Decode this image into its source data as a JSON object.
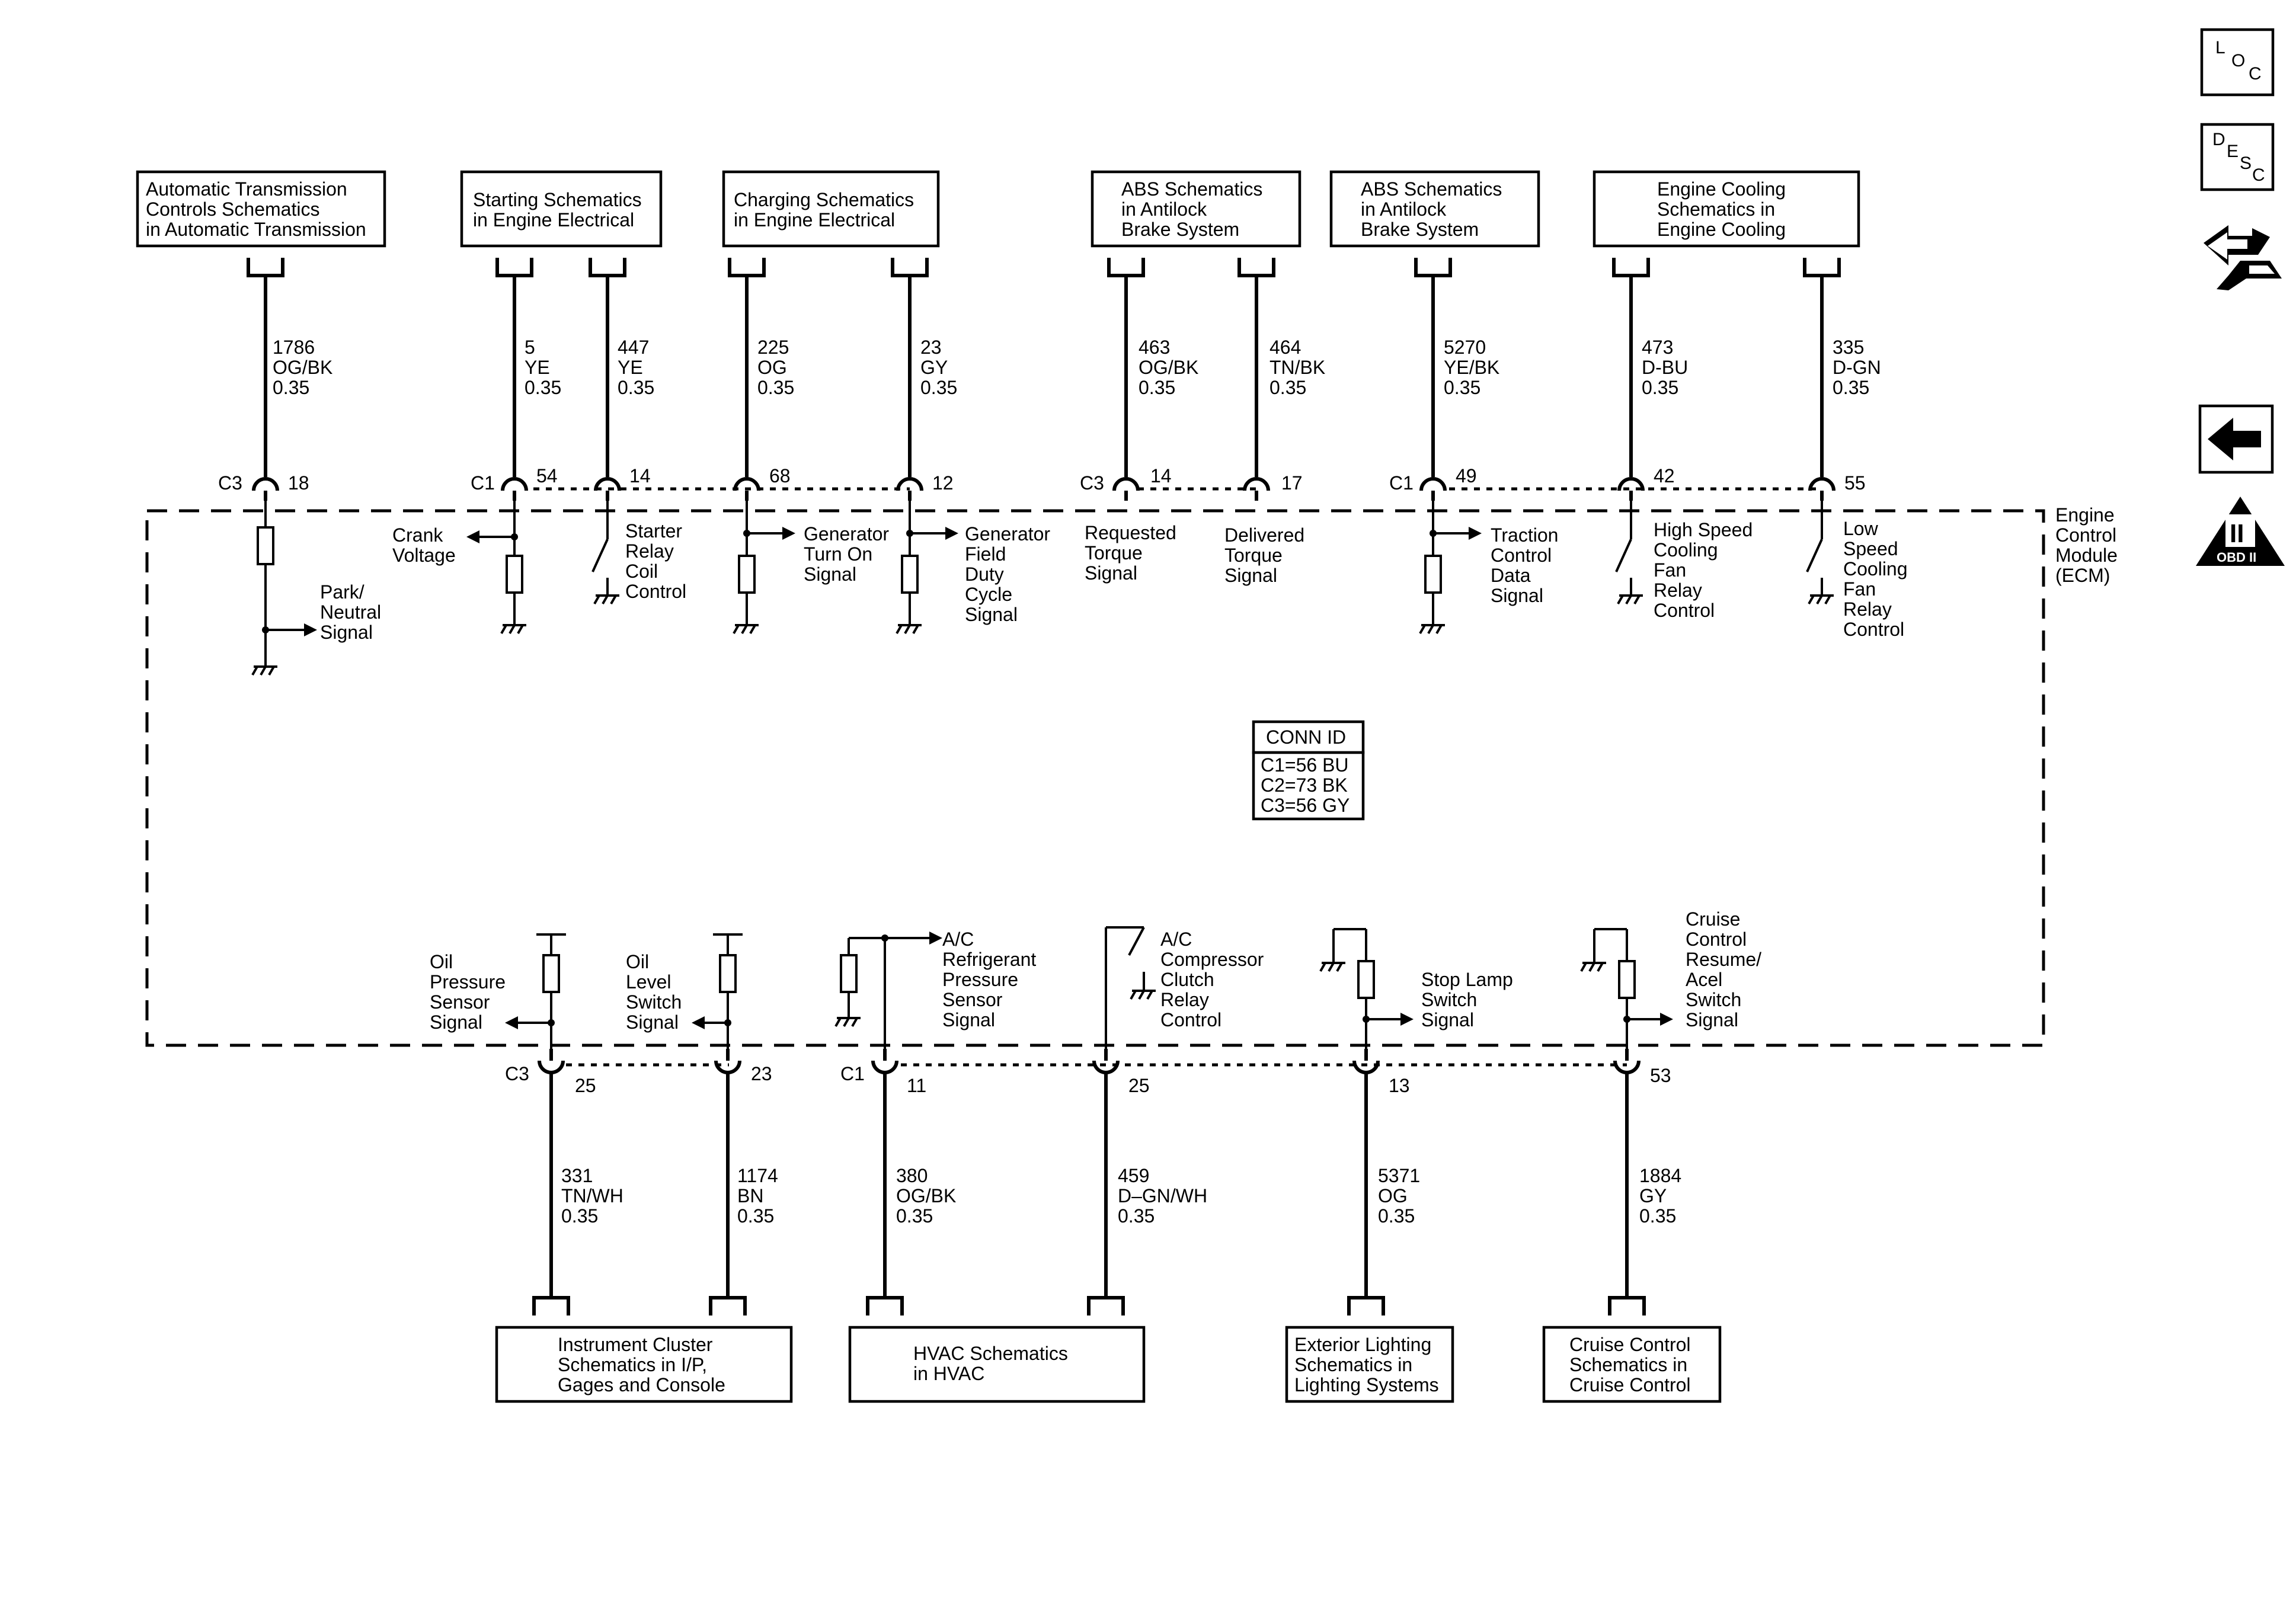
{
  "top_boxes": [
    {
      "id": "atc",
      "lines": [
        "Automatic Transmission",
        "Controls Schematics",
        "in Automatic Transmission"
      ]
    },
    {
      "id": "start",
      "lines": [
        "Starting Schematics",
        "in Engine Electrical"
      ]
    },
    {
      "id": "charge",
      "lines": [
        "Charging Schematics",
        "in Engine Electrical"
      ]
    },
    {
      "id": "abs1",
      "lines": [
        "ABS Schematics",
        "in Antilock",
        "Brake System"
      ]
    },
    {
      "id": "abs2",
      "lines": [
        "ABS Schematics",
        "in Antilock",
        "Brake System"
      ]
    },
    {
      "id": "cool",
      "lines": [
        "Engine Cooling",
        "Schematics in",
        "Engine Cooling"
      ]
    }
  ],
  "bottom_boxes": [
    {
      "id": "ipc",
      "lines": [
        "Instrument Cluster",
        "Schematics in I/P,",
        "Gages and Console"
      ]
    },
    {
      "id": "hvac",
      "lines": [
        "HVAC Schematics",
        "in HVAC"
      ]
    },
    {
      "id": "ext",
      "lines": [
        "Exterior Lighting",
        "Schematics in",
        "Lighting Systems"
      ]
    },
    {
      "id": "cruise",
      "lines": [
        "Cruise Control",
        "Schematics in",
        "Cruise Control"
      ]
    }
  ],
  "top_wires": [
    {
      "id": "w1786",
      "circuit": "1786",
      "color": "OG/BK",
      "gauge": "0.35",
      "connector": "C3",
      "pin": "18"
    },
    {
      "id": "w5",
      "circuit": "5",
      "color": "YE",
      "gauge": "0.35",
      "connector": "C1",
      "pin": "54"
    },
    {
      "id": "w447",
      "circuit": "447",
      "color": "YE",
      "gauge": "0.35",
      "connector": "",
      "pin": "14"
    },
    {
      "id": "w225",
      "circuit": "225",
      "color": "OG",
      "gauge": "0.35",
      "connector": "",
      "pin": "68"
    },
    {
      "id": "w23",
      "circuit": "23",
      "color": "GY",
      "gauge": "0.35",
      "connector": "",
      "pin": "12"
    },
    {
      "id": "w463",
      "circuit": "463",
      "color": "OG/BK",
      "gauge": "0.35",
      "connector": "C3",
      "pin": "14"
    },
    {
      "id": "w464",
      "circuit": "464",
      "color": "TN/BK",
      "gauge": "0.35",
      "connector": "",
      "pin": "17"
    },
    {
      "id": "w5270",
      "circuit": "5270",
      "color": "YE/BK",
      "gauge": "0.35",
      "connector": "C1",
      "pin": "49"
    },
    {
      "id": "w473",
      "circuit": "473",
      "color": "D-BU",
      "gauge": "0.35",
      "connector": "",
      "pin": "42"
    },
    {
      "id": "w335",
      "circuit": "335",
      "color": "D-GN",
      "gauge": "0.35",
      "connector": "",
      "pin": "55"
    }
  ],
  "bottom_wires": [
    {
      "id": "w331",
      "circuit": "331",
      "color": "TN/WH",
      "gauge": "0.35",
      "connector": "C3",
      "pin": "25"
    },
    {
      "id": "w1174",
      "circuit": "1174",
      "color": "BN",
      "gauge": "0.35",
      "connector": "",
      "pin": "23"
    },
    {
      "id": "w380",
      "circuit": "380",
      "color": "OG/BK",
      "gauge": "0.35",
      "connector": "C1",
      "pin": "11"
    },
    {
      "id": "w459",
      "circuit": "459",
      "color": "D–GN/WH",
      "gauge": "0.35",
      "connector": "",
      "pin": "25"
    },
    {
      "id": "w5371",
      "circuit": "5371",
      "color": "OG",
      "gauge": "0.35",
      "connector": "",
      "pin": "13"
    },
    {
      "id": "w1884",
      "circuit": "1884",
      "color": "GY",
      "gauge": "0.35",
      "connector": "",
      "pin": "53"
    }
  ],
  "signals": {
    "park_neutral": [
      "Park/",
      "Neutral",
      "Signal"
    ],
    "crank_voltage": [
      "Crank",
      "Voltage"
    ],
    "starter_relay": [
      "Starter",
      "Relay",
      "Coil",
      "Control"
    ],
    "gen_turn_on": [
      "Generator",
      "Turn On",
      "Signal"
    ],
    "gen_field": [
      "Generator",
      "Field",
      "Duty",
      "Cycle",
      "Signal"
    ],
    "req_torque": [
      "Requested",
      "Torque",
      "Signal"
    ],
    "del_torque": [
      "Delivered",
      "Torque",
      "Signal"
    ],
    "traction": [
      "Traction",
      "Control",
      "Data",
      "Signal"
    ],
    "high_fan": [
      "High Speed",
      "Cooling",
      "Fan",
      "Relay",
      "Control"
    ],
    "low_fan": [
      "Low",
      "Speed",
      "Cooling",
      "Fan",
      "Relay",
      "Control"
    ],
    "oil_pressure": [
      "Oil",
      "Pressure",
      "Sensor",
      "Signal"
    ],
    "oil_level": [
      "Oil",
      "Level",
      "Switch",
      "Signal"
    ],
    "ac_pressure": [
      "A/C",
      "Refrigerant",
      "Pressure",
      "Sensor",
      "Signal"
    ],
    "ac_clutch": [
      "A/C",
      "Compressor",
      "Clutch",
      "Relay",
      "Control"
    ],
    "stop_lamp": [
      "Stop Lamp",
      "Switch",
      "Signal"
    ],
    "cruise_switch": [
      "Cruise",
      "Control",
      "Resume/",
      "Acel",
      "Switch",
      "Signal"
    ]
  },
  "module_label": [
    "Engine",
    "Control",
    "Module",
    "(ECM)"
  ],
  "conn_id": {
    "title": "CONN ID",
    "lines": [
      "C1=56 BU",
      "C2=73 BK",
      "C3=56 GY"
    ]
  },
  "nav": {
    "loc": {
      "letters": [
        "L",
        "O",
        "C"
      ]
    },
    "desc": {
      "letters": [
        "D",
        "E",
        "S",
        "C"
      ]
    },
    "obd": {
      "numeral": "II",
      "text": "OBD II"
    }
  },
  "icons": [
    "location-icon",
    "description-icon",
    "connector-end-view-icon",
    "back-arrow-icon",
    "obd-ii-icon"
  ]
}
